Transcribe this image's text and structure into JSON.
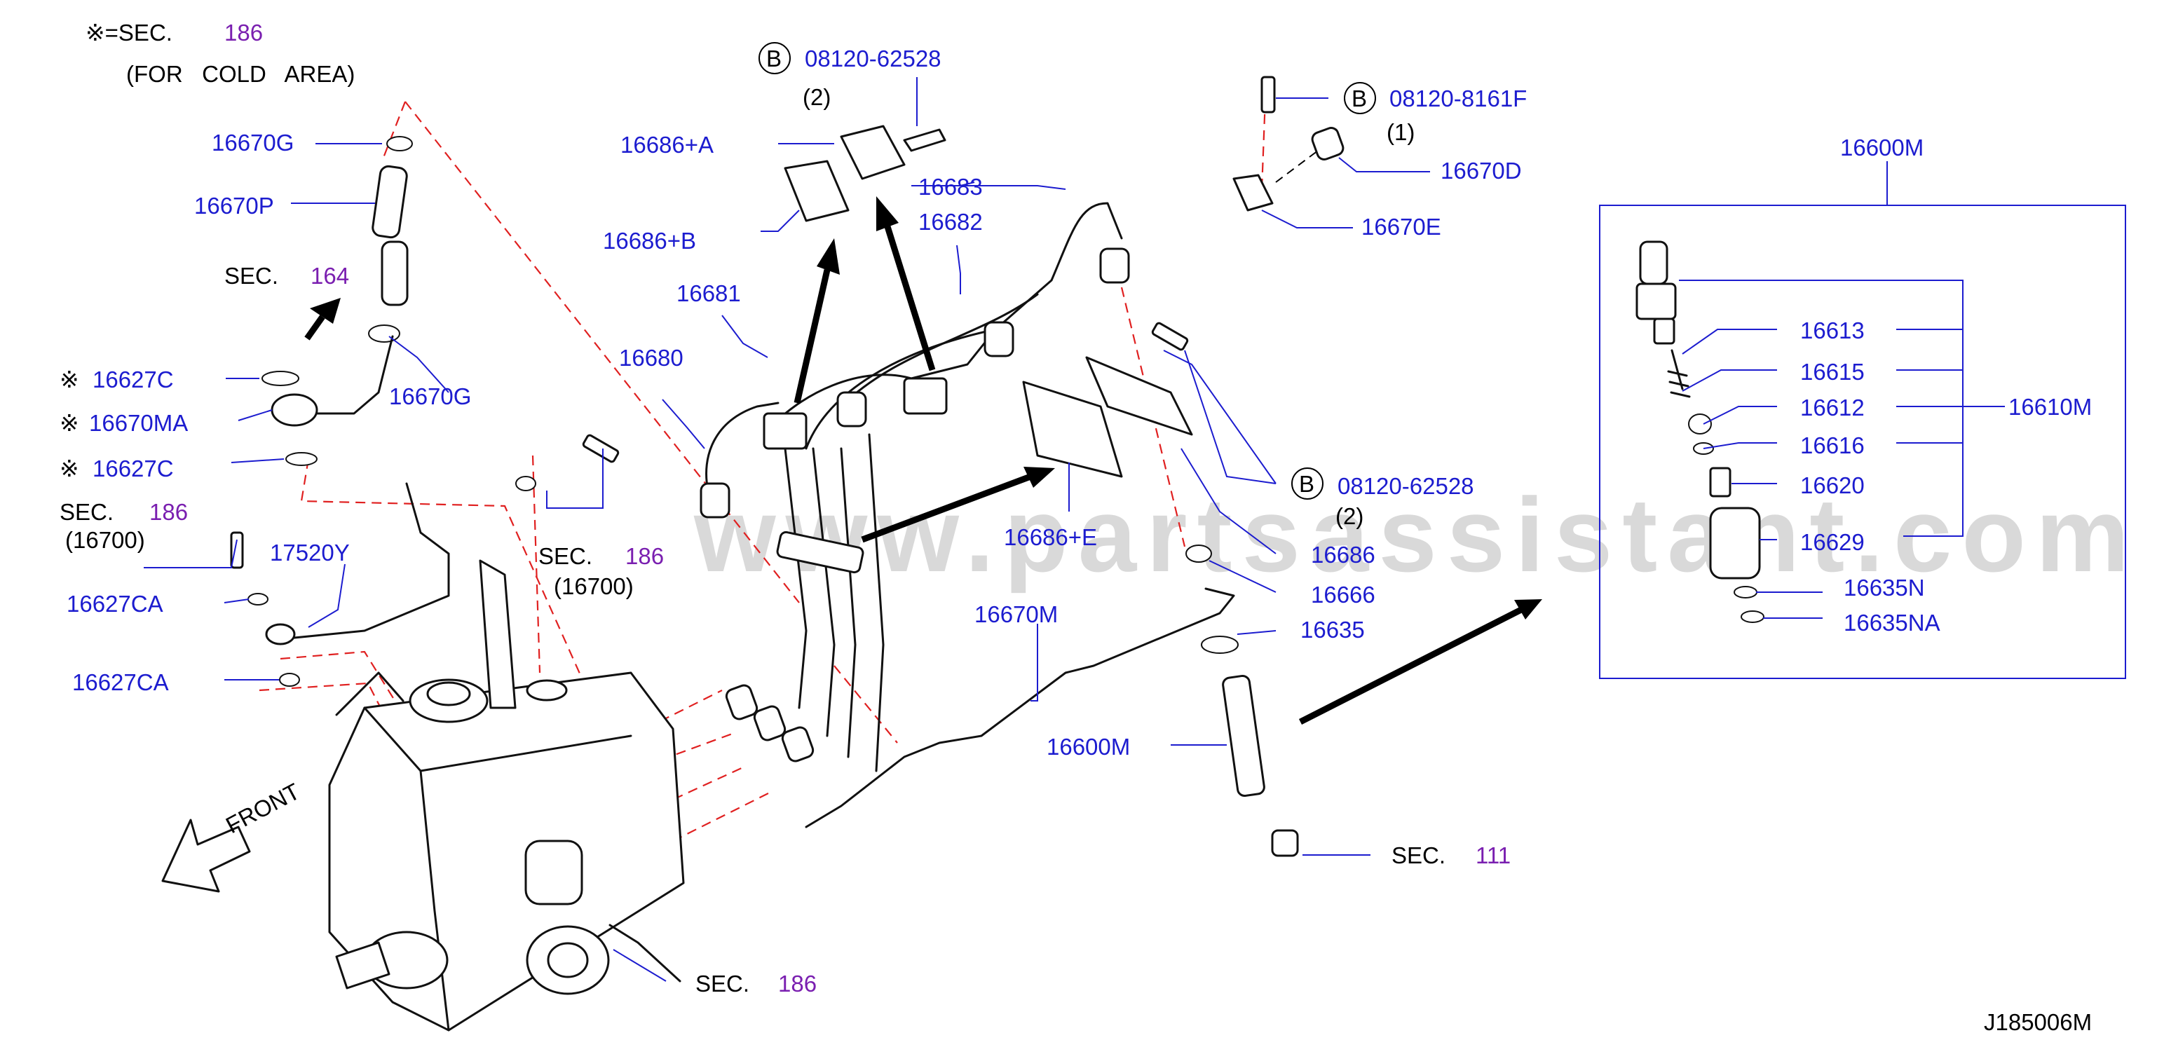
{
  "watermark": "www.partsassistant.com",
  "diagram_id": "J185006M",
  "legend": {
    "symbol": "※=SEC.",
    "sec": "186",
    "note": "(FOR   COLD   AREA)"
  },
  "bolt_symbol": "B",
  "front_label": "FRONT",
  "sec_word": "SEC.",
  "parts": {
    "p16670G_top": "16670G",
    "p16670P": "16670P",
    "p16670G_bottom": "16670G",
    "p16627C_a": "16627C",
    "p16670MA": "16670MA",
    "p16627C_b": "16627C",
    "p17520Y": "17520Y",
    "p16627CA_a": "16627CA",
    "p16627CA_b": "16627CA",
    "p16686A": "16686+A",
    "p16686B": "16686+B",
    "p16681": "16681",
    "p16680": "16680",
    "p16683": "16683",
    "p16682": "16682",
    "p16686E": "16686+E",
    "p16686": "16686",
    "p16666": "16666",
    "p16670M": "16670M",
    "p16635": "16635",
    "p16600M_main": "16600M",
    "p16670D": "16670D",
    "p16670E": "16670E",
    "p16600M_box": "16600M",
    "p16613": "16613",
    "p16615": "16615",
    "p16612": "16612",
    "p16616": "16616",
    "p16620": "16620",
    "p16629": "16629",
    "p16635N": "16635N",
    "p16635NA": "16635NA",
    "p16610M": "16610M"
  },
  "bolts": {
    "top": {
      "number": "08120-62528",
      "qty": "(2)"
    },
    "right_top": {
      "number": "08120-8161F",
      "qty": "(1)"
    },
    "right_mid": {
      "number": "08120-62528",
      "qty": "(2)"
    }
  },
  "sections": {
    "s164": "164",
    "s186_left": "186",
    "s186_left_sub": "(16700)",
    "s186_mid": "186",
    "s186_mid_sub": "(16700)",
    "s186_bottom": "186",
    "s111": "111"
  },
  "marks": {
    "cold_area": "※"
  }
}
